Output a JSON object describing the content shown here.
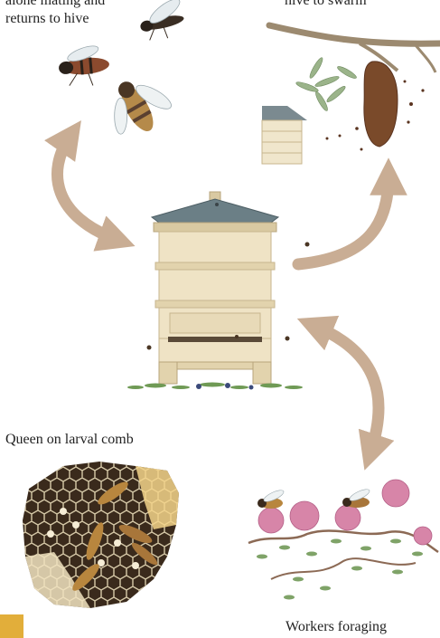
{
  "labels": {
    "top_left_line1": "alone mating and",
    "top_left_line2": "returns to hive",
    "top_right": "hive to swarm",
    "queen": "Queen on larval comb",
    "foraging": "Workers foraging"
  },
  "colors": {
    "arrow": "#c9ad94",
    "wood": "#efe3c5",
    "roof": "#6b7f86",
    "swarm": "#7a4a2a",
    "thyme": "#d785a8",
    "accent_swatch": "#e2ae3a"
  },
  "icons": {
    "bees": "bee-icon",
    "hive": "beehive-icon",
    "swarm": "swarm-icon",
    "comb": "honeycomb-icon",
    "thyme": "thyme-flower-icon"
  }
}
